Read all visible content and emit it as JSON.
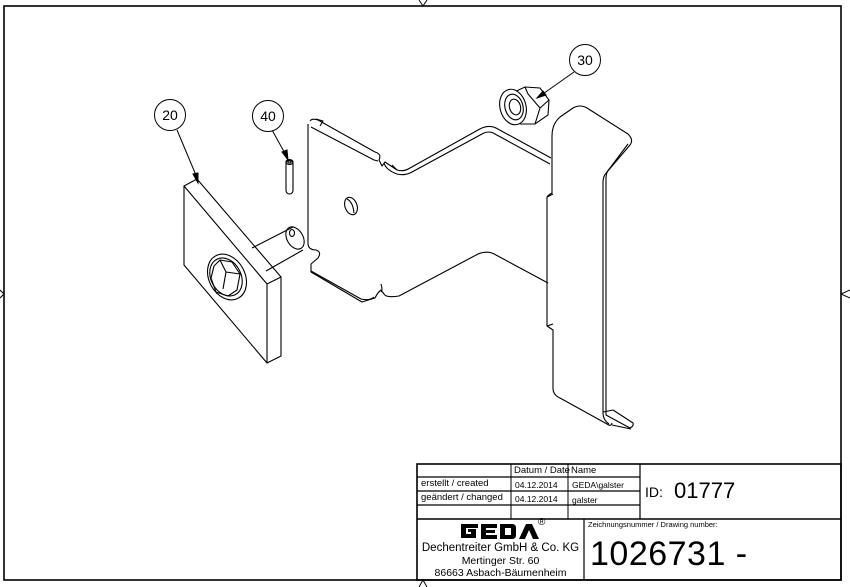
{
  "drawing": {
    "type": "exploded isometric assembly drawing",
    "line_color": "#000000",
    "background": "#ffffff"
  },
  "balloons": [
    {
      "id": "balloon-20",
      "label": "20",
      "part": "plate-with-bolt-and-pin"
    },
    {
      "id": "balloon-40",
      "label": "40",
      "part": "dowel-pin"
    },
    {
      "id": "balloon-30",
      "label": "30",
      "part": "hex-nut"
    }
  ],
  "title_block": {
    "header": {
      "blank": "",
      "date_label": "Datum / Date",
      "name_label": "Name"
    },
    "rows": [
      {
        "label": "erstellt / created",
        "date": "04.12.2014",
        "name": "GEDA\\galster"
      },
      {
        "label": "geändert / changed",
        "date": "04.12.2014",
        "name": "galster"
      },
      {
        "label": "",
        "date": "",
        "name": ""
      }
    ],
    "id_label": "ID:",
    "id_value": "01777",
    "company": {
      "logo_text": "GEDA",
      "logo_mark": "®",
      "name": "Dechentreiter GmbH & Co. KG",
      "street": "Mertinger Str. 60",
      "city": "86663 Asbach-Bäumenheim"
    },
    "drawing_number_label": "Zeichnungsnummer / Drawing number:",
    "drawing_number": "1026731 -"
  }
}
